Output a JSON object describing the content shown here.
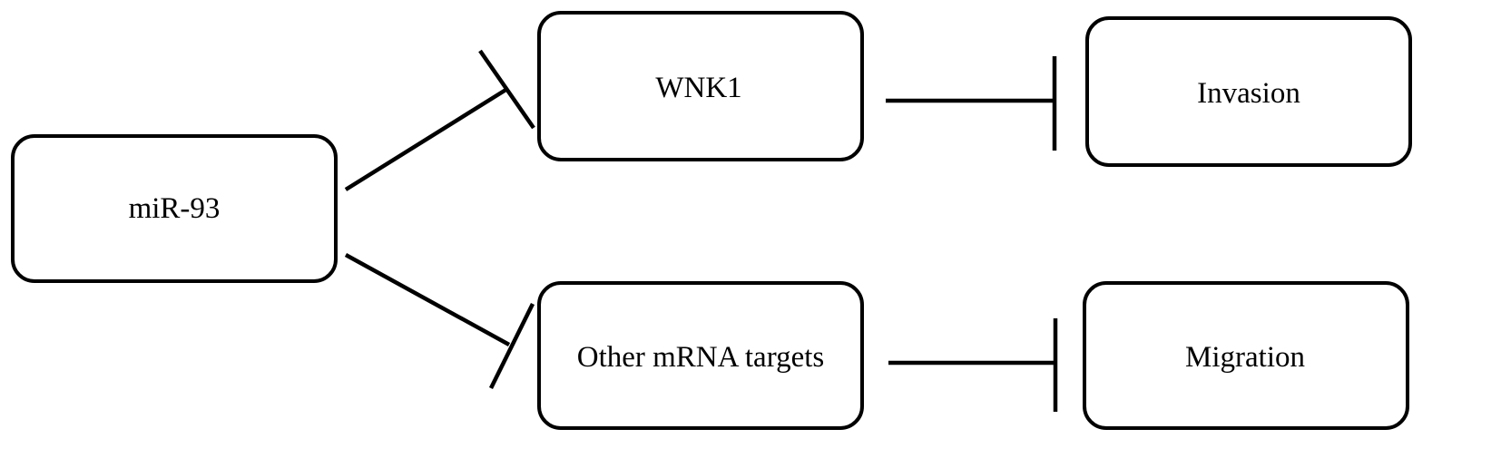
{
  "nodes": {
    "mir93": "miR-93",
    "wnk1": "WNK1",
    "other_targets": "Other mRNA targets",
    "invasion": "Invasion",
    "migration": "Migration"
  },
  "edges": [
    {
      "from": "miR-93",
      "to": "WNK1",
      "type": "inhibition"
    },
    {
      "from": "miR-93",
      "to": "Other mRNA targets",
      "type": "inhibition"
    },
    {
      "from": "WNK1",
      "to": "Invasion",
      "type": "inhibition"
    },
    {
      "from": "Other mRNA targets",
      "to": "Migration",
      "type": "inhibition"
    }
  ],
  "colors": {
    "stroke": "#000000",
    "background": "#ffffff"
  }
}
